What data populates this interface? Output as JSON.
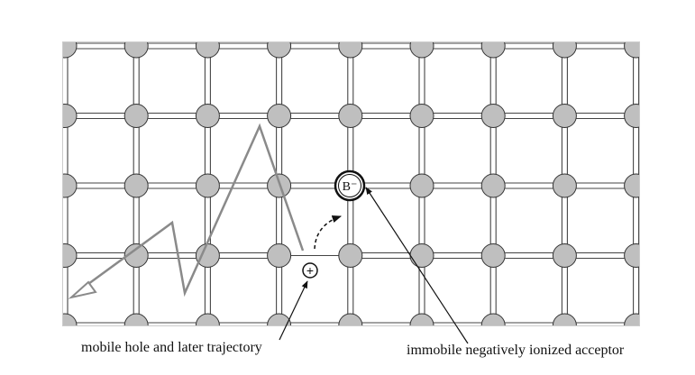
{
  "labels": {
    "hole": "mobile hole and later trajectory",
    "acceptor": "immobile negatively ionized acceptor",
    "acceptor_symbol": "B⁻",
    "hole_symbol": "+"
  },
  "lattice": {
    "columns": 9,
    "rows": 5,
    "acceptor_site": {
      "column": 4,
      "row": 2
    },
    "missing_bond_between": [
      {
        "column": 3,
        "row": 3
      },
      {
        "column": 4,
        "row": 3
      }
    ]
  },
  "colors": {
    "atom_fill": "#bfbfbf",
    "atom_stroke": "#333333",
    "bond": "#444444",
    "trajectory": "#8a8a8a",
    "border": "#9a9a9a",
    "text": "#111111"
  },
  "icons": {
    "acceptor": "ion-circle-icon",
    "hole": "plus-circle-icon",
    "trajectory_arrowhead": "open-arrowhead-icon",
    "dashed_jump": "dashed-curved-arrow-icon"
  }
}
